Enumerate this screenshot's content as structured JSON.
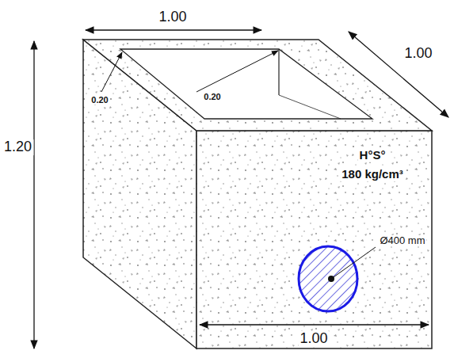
{
  "diagram": {
    "labels": [
      "1.00",
      "1.00",
      "0.20",
      "0.20",
      "1.20",
      "H°S°",
      "180 kg/cm³",
      "Ø400 mm",
      "1.00"
    ]
  }
}
